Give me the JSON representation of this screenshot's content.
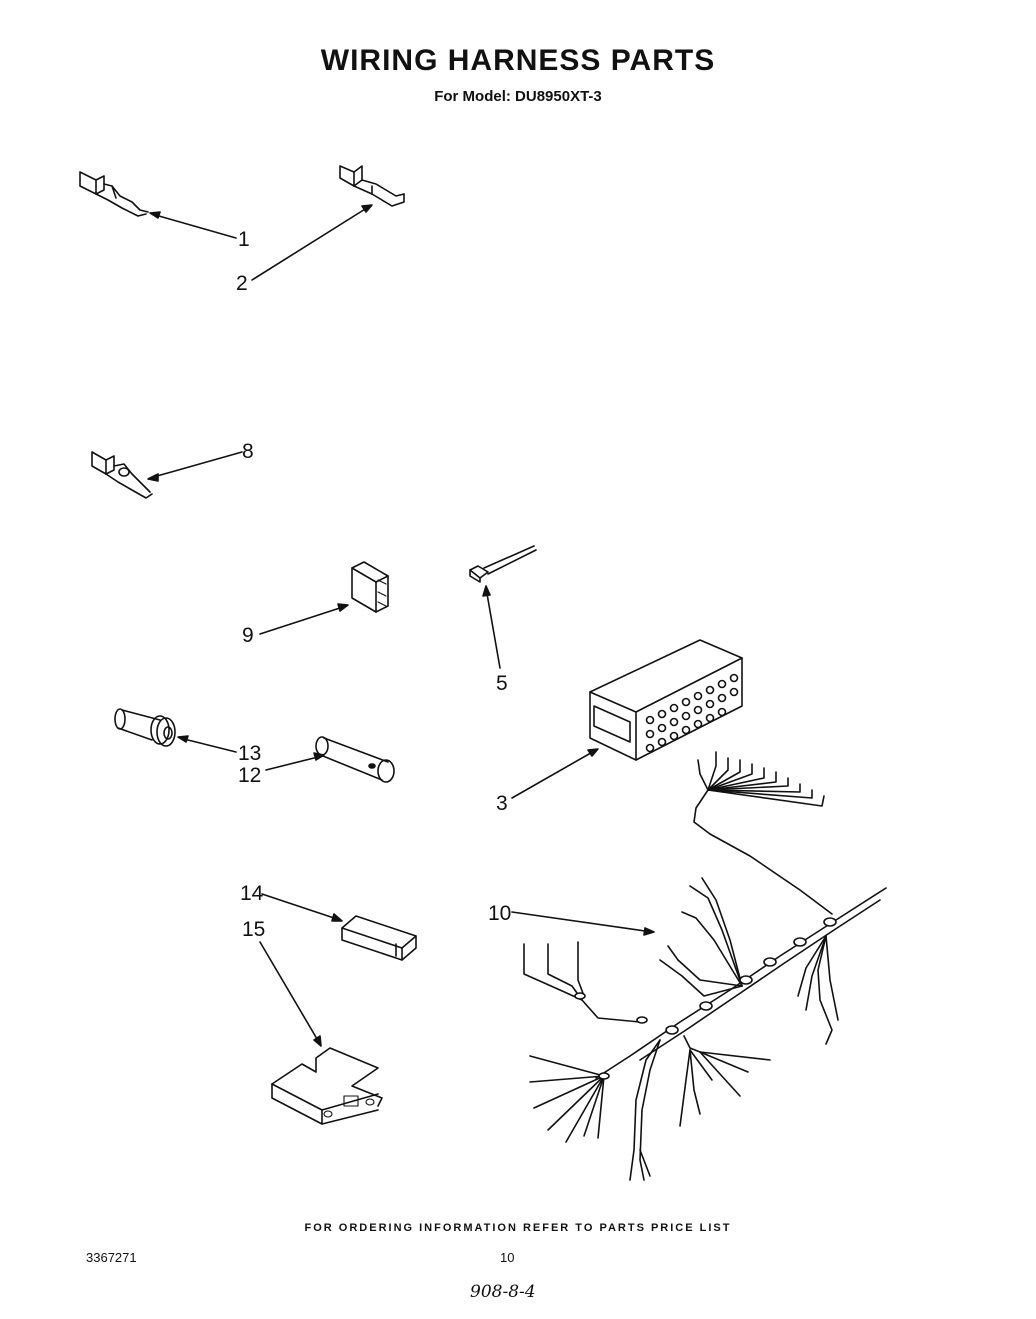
{
  "header": {
    "title": "WIRING HARNESS PARTS",
    "subtitle": "For Model: DU8950XT-3"
  },
  "callouts": {
    "c1": "1",
    "c2": "2",
    "c3": "3",
    "c5": "5",
    "c8": "8",
    "c9": "9",
    "c10": "10",
    "c12": "12",
    "c13": "13",
    "c14": "14",
    "c15": "15"
  },
  "footer": {
    "ordering_note": "FOR ORDERING INFORMATION REFER TO PARTS PRICE LIST",
    "document_number": "3367271",
    "page_number": "10",
    "handwritten_note": "908-8-4"
  }
}
